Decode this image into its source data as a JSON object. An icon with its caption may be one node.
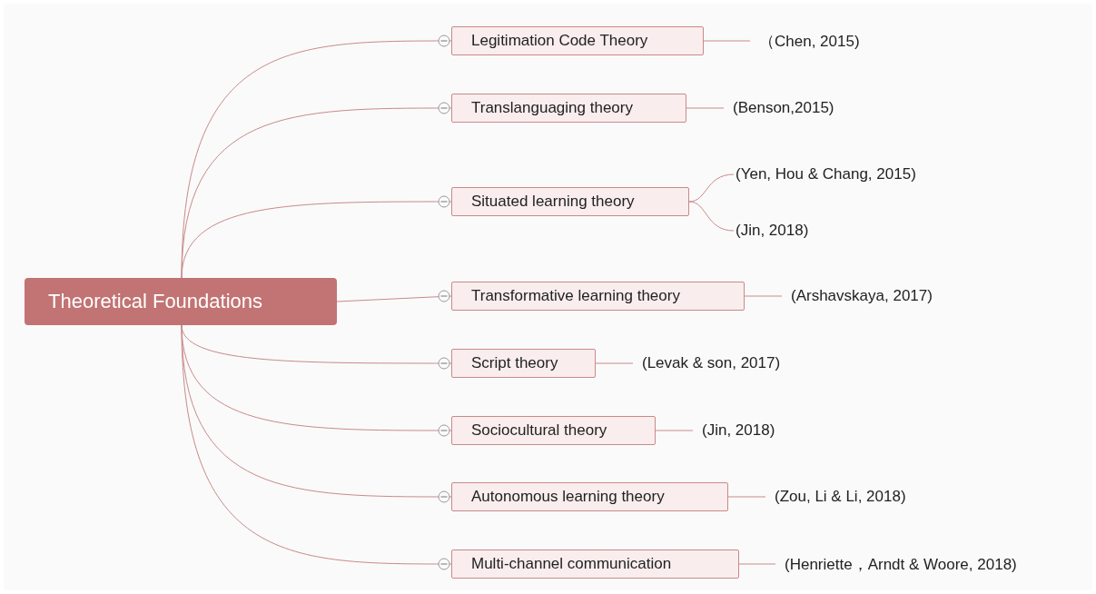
{
  "diagram": {
    "nodes": [
      {
        "text": [
          "Theoretical Foundations"
        ]
      },
      {
        "text": [
          "Legitimation Code Theory"
        ]
      },
      {
        "text": [
          "（Chen, 2015)"
        ]
      },
      {
        "text": [
          "Translanguaging theory"
        ]
      },
      {
        "text": [
          "(Benson,2015)"
        ]
      },
      {
        "text": [
          "Situated learning theory"
        ]
      },
      {
        "text": [
          "(Yen, Hou & Chang, 2015)"
        ]
      },
      {
        "text": [
          "(Jin, 2018)"
        ]
      },
      {
        "text": [
          "Transformative learning theory"
        ]
      },
      {
        "text": [
          "(Arshavskaya, 2017)"
        ]
      },
      {
        "text": [
          "Script theory"
        ]
      },
      {
        "text": [
          "(Levak & son, 2017)"
        ]
      },
      {
        "text": [
          "Sociocultural theory"
        ]
      },
      {
        "text": [
          "(Jin, 2018)"
        ]
      },
      {
        "text": [
          "Autonomous learning theory"
        ]
      },
      {
        "text": [
          "(Zou, Li & Li, 2018)"
        ]
      },
      {
        "text": [
          "Multi-channel communication"
        ]
      },
      {
        "text": [
          "(Henriette，Arndt & Woore, 2018)"
        ]
      }
    ],
    "edges": [
      {
        "from": 0,
        "to": 1,
        "arrow": "none"
      },
      {
        "from": 1,
        "to": 2,
        "arrow": "none"
      },
      {
        "from": 0,
        "to": 3,
        "arrow": "none"
      },
      {
        "from": 3,
        "to": 4,
        "arrow": "none"
      },
      {
        "from": 0,
        "to": 5,
        "arrow": "none"
      },
      {
        "from": 5,
        "to": 6,
        "arrow": "none"
      },
      {
        "from": 5,
        "to": 7,
        "arrow": "none"
      },
      {
        "from": 0,
        "to": 8,
        "arrow": "none"
      },
      {
        "from": 8,
        "to": 9,
        "arrow": "none"
      },
      {
        "from": 0,
        "to": 10,
        "arrow": "none"
      },
      {
        "from": 10,
        "to": 11,
        "arrow": "none"
      },
      {
        "from": 0,
        "to": 12,
        "arrow": "none"
      },
      {
        "from": 12,
        "to": 13,
        "arrow": "none"
      },
      {
        "from": 0,
        "to": 14,
        "arrow": "none"
      },
      {
        "from": 14,
        "to": 15,
        "arrow": "none"
      },
      {
        "from": 0,
        "to": 16,
        "arrow": "none"
      },
      {
        "from": 16,
        "to": 17,
        "arrow": "none"
      }
    ]
  }
}
